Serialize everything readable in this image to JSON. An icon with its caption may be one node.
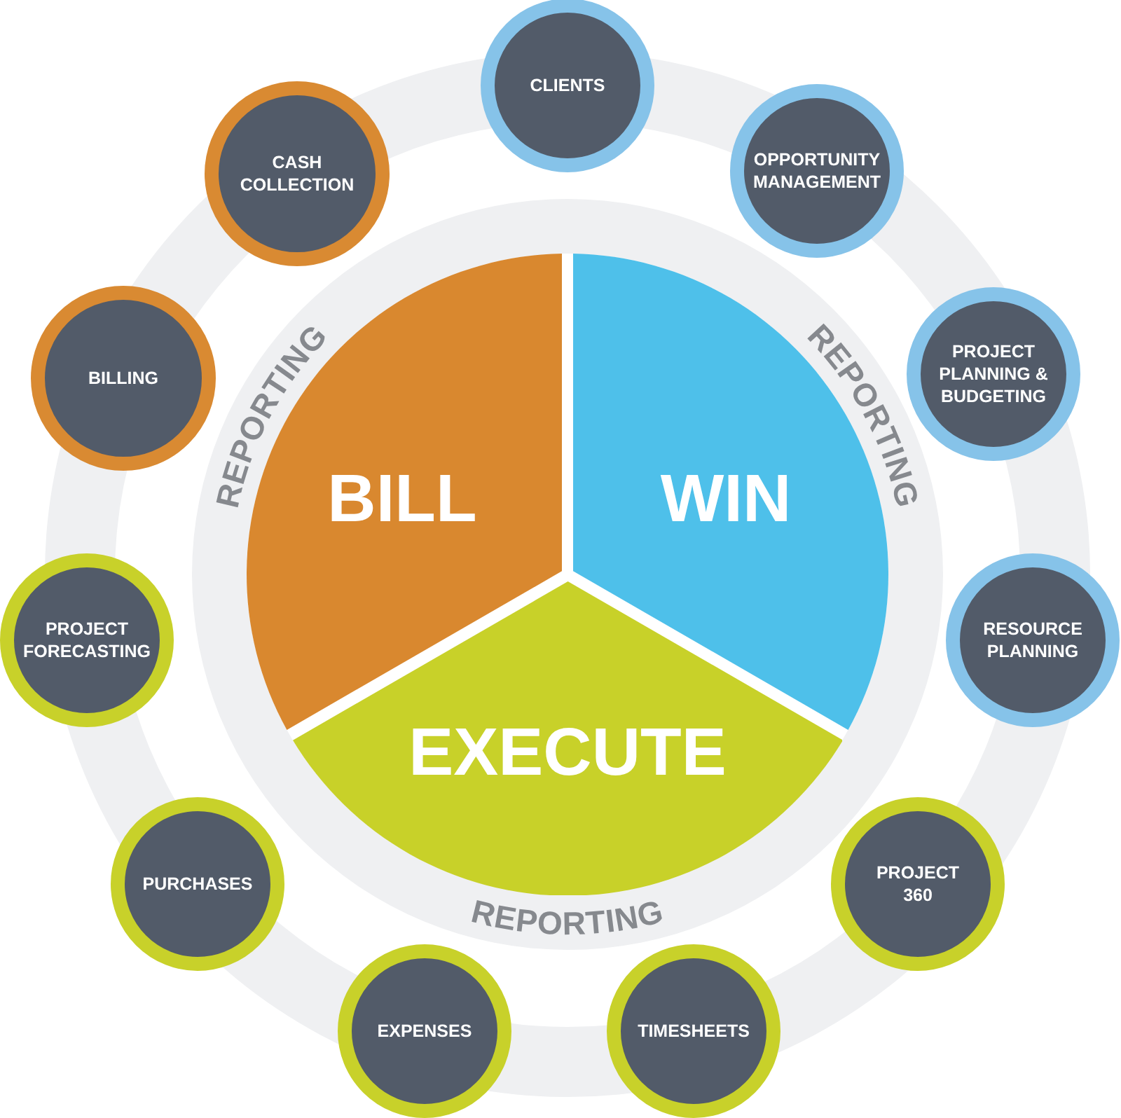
{
  "diagram": {
    "nodes": [
      {
        "text": [
          "BILL"
        ]
      },
      {
        "text": [
          "WIN"
        ]
      },
      {
        "text": [
          "EXECUTE"
        ]
      },
      {
        "text": [
          "CLIENTS"
        ]
      },
      {
        "text": [
          "OPPORTUNITY MANAGEMENT"
        ]
      },
      {
        "text": [
          "PROJECT PLANNING & BUDGETING"
        ]
      },
      {
        "text": [
          "RESOURCE PLANNING"
        ]
      },
      {
        "text": [
          "PROJECT 360"
        ]
      },
      {
        "text": [
          "TIMESHEETS"
        ]
      },
      {
        "text": [
          "EXPENSES"
        ]
      },
      {
        "text": [
          "PURCHASES"
        ]
      },
      {
        "text": [
          "PROJECT FORECASTING"
        ]
      },
      {
        "text": [
          "BILLING"
        ]
      },
      {
        "text": [
          "CASH COLLECTION"
        ]
      }
    ],
    "labels": [
      "REPORTING",
      "REPORTING",
      "REPORTING"
    ]
  }
}
